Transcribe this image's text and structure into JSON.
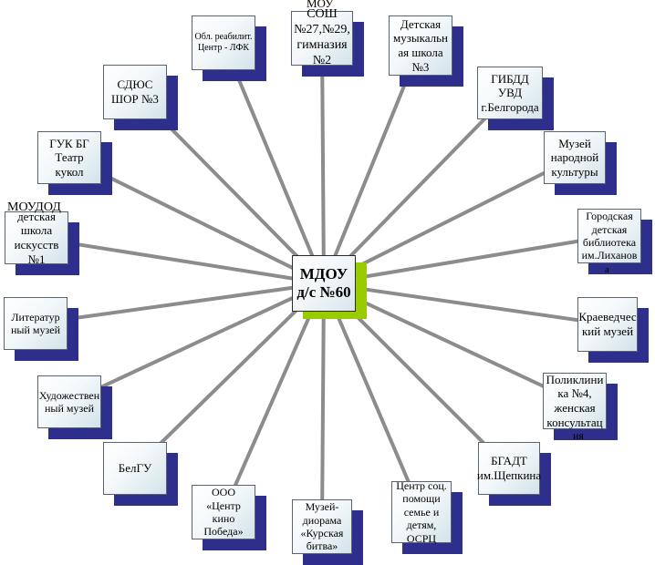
{
  "center": {
    "label": "МДОУ\nд/с №60"
  },
  "nodes": [
    {
      "id": "sosh",
      "label": "СОШ\n№27,№29,\nгимназия\n№2"
    },
    {
      "id": "music-school",
      "label": "Детская\nмузыкальн\nая школа\n№3"
    },
    {
      "id": "gibdd",
      "label": "ГИБДД\nУВД\nг.Белгорода"
    },
    {
      "id": "folk-museum",
      "label": "Музей\nнародной\nкультуры"
    },
    {
      "id": "library",
      "label": "Городская\nдетская\nбиблиотека\nим.Лиханов"
    },
    {
      "id": "local-museum",
      "label": "Краеведчес\nкий музей"
    },
    {
      "id": "clinic",
      "label": "Поликлини\nка №4,\nженская\nконсультац"
    },
    {
      "id": "bgadt",
      "label": "БГАДТ\nим.Щепкина"
    },
    {
      "id": "social-center",
      "label": "Центр соц.\nпомощи\nсемье и\nдетям,\nОСРЦ"
    },
    {
      "id": "diorama",
      "label": "Музей-\nдиорама\n«Курская\nбитва»"
    },
    {
      "id": "cinema",
      "label": "ООО\n«Центр\nкино\nПобеда»"
    },
    {
      "id": "belgu",
      "label": "БелГУ"
    },
    {
      "id": "art-museum",
      "label": "Художествен\nный музей"
    },
    {
      "id": "literary-museum",
      "label": "Литератур\nный музей"
    },
    {
      "id": "art-school",
      "label": "детская\nшкола\nискусств\n№1"
    },
    {
      "id": "puppet-theatre",
      "label": "ГУК БГ\nТеатр кукол"
    },
    {
      "id": "sports-school",
      "label": "СДЮС\nШОР №3"
    },
    {
      "id": "rehab-center",
      "label": "Обл. реабилит.\nЦентр - ЛФК"
    }
  ],
  "overflow_texts": [
    {
      "id": "sosh-top",
      "text": "МОУ"
    },
    {
      "id": "art-school-top",
      "text": "МОУДОД"
    },
    {
      "id": "library-bottom",
      "text": "а"
    },
    {
      "id": "clinic-bottom",
      "text": "ия"
    }
  ]
}
